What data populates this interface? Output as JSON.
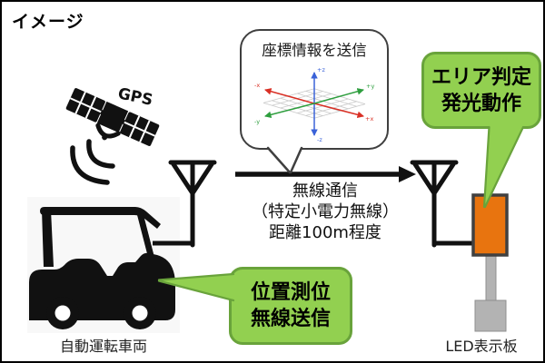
{
  "title": "イメージ",
  "gps": {
    "label": "GPS"
  },
  "bubble": {
    "title": "座標情報を送信",
    "axis_labels": {
      "plus_z": "+z",
      "minus_z": "-z",
      "plus_x": "+x",
      "minus_x": "-x",
      "plus_y": "+y",
      "minus_y": "-y"
    }
  },
  "comm": {
    "line1": "無線通信",
    "line2": "（特定小電力無線）",
    "line3": "距離100m程度"
  },
  "callouts": {
    "area": {
      "line1": "エリア判定",
      "line2": "発光動作"
    },
    "position": {
      "line1": "位置測位",
      "line2": "無線送信"
    }
  },
  "labels": {
    "vehicle": "自動運転車両",
    "led": "LED表示板"
  },
  "icons": {
    "satellite": "gps-satellite-icon",
    "signal_waves": "gps-signal-waves-icon",
    "antenna_left": "antenna-left-icon",
    "antenna_right": "antenna-right-icon",
    "vehicle": "autonomous-cart-icon",
    "led_sign": "led-sign-icon",
    "axes": "xyz-axes-icon"
  },
  "colors": {
    "callout_green": "#92d050",
    "callout_green_border": "#69a33b",
    "led_orange": "#e8740f",
    "led_border_gray": "#404040",
    "pole_gray": "#b3b3b3",
    "line_black": "#111111",
    "axis_x_red": "#d93025",
    "axis_y_green": "#2e9e3e",
    "axis_z_blue": "#3a62d8"
  }
}
